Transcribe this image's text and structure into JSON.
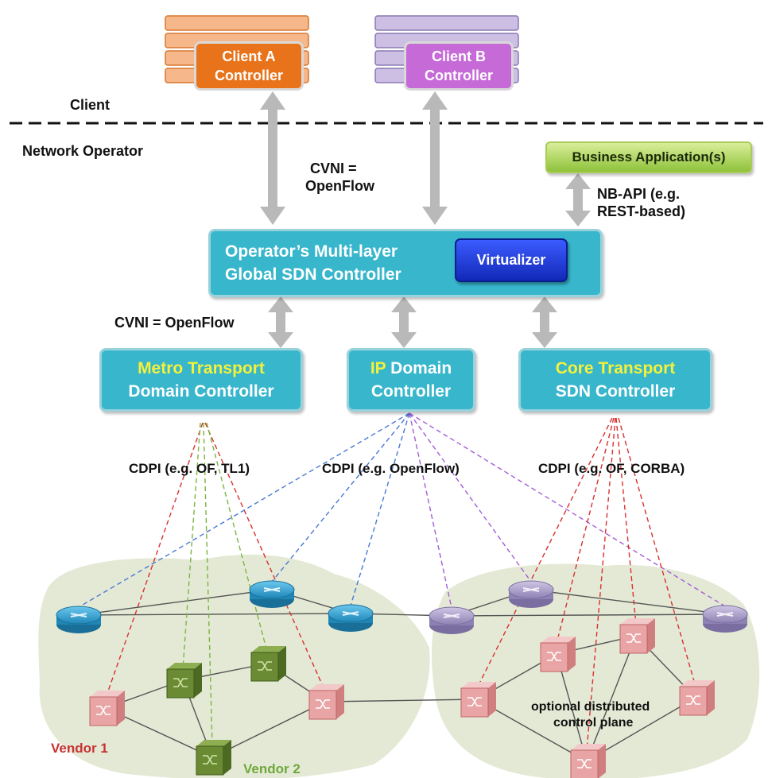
{
  "zones": {
    "client": "Client",
    "operator": "Network Operator"
  },
  "clients": {
    "a": {
      "line1": "Client A",
      "line2": "Controller",
      "color": "#e8731a",
      "stack_color": "#f2a46c"
    },
    "b": {
      "line1": "Client B",
      "line2": "Controller",
      "color": "#c66ad8",
      "stack_color": "#a896c4"
    }
  },
  "interfaces": {
    "cvni_top_1": "CVNI =",
    "cvni_top_2": "OpenFlow",
    "cvni_left": "CVNI = OpenFlow",
    "nb_api_1": "NB-API (e.g.",
    "nb_api_2": "REST-based)",
    "cdpi_metro": "CDPI (e.g. OF, TL1)",
    "cdpi_ip": "CDPI (e.g. OpenFlow)",
    "cdpi_core": "CDPI (e.g. OF, CORBA)"
  },
  "business_app": "Business Application(s)",
  "global_controller": {
    "line1": "Operator’s Multi-layer",
    "line2": "Global SDN Controller",
    "virtualizer": "Virtualizer"
  },
  "domain_controllers": {
    "metro": {
      "hl": "Metro Transport",
      "line2": "Domain Controller"
    },
    "ip": {
      "hl": "IP",
      "rest": " Domain",
      "line2": "Controller"
    },
    "core": {
      "hl": "Core Transport",
      "line2": "SDN Controller"
    }
  },
  "network": {
    "vendor1": "Vendor 1",
    "vendor2": "Vendor 2",
    "optional_1": "optional distributed",
    "optional_2": "control plane"
  },
  "colors": {
    "controller": "#37b6cc",
    "highlight": "#f4f13a",
    "virtualizer": "#1f3fe0",
    "business": "#9ccd3f",
    "router_blue": "#2a9fd1",
    "router_purple": "#a79cc6",
    "switch_green": "#6a8a34",
    "switch_pink": "#e9a5a5",
    "red_dash": "#d9302f",
    "green_dash": "#7bb541",
    "blue_dash": "#4a79d4",
    "purple_dash": "#a45ed6",
    "cloud": "#e5ead7"
  }
}
